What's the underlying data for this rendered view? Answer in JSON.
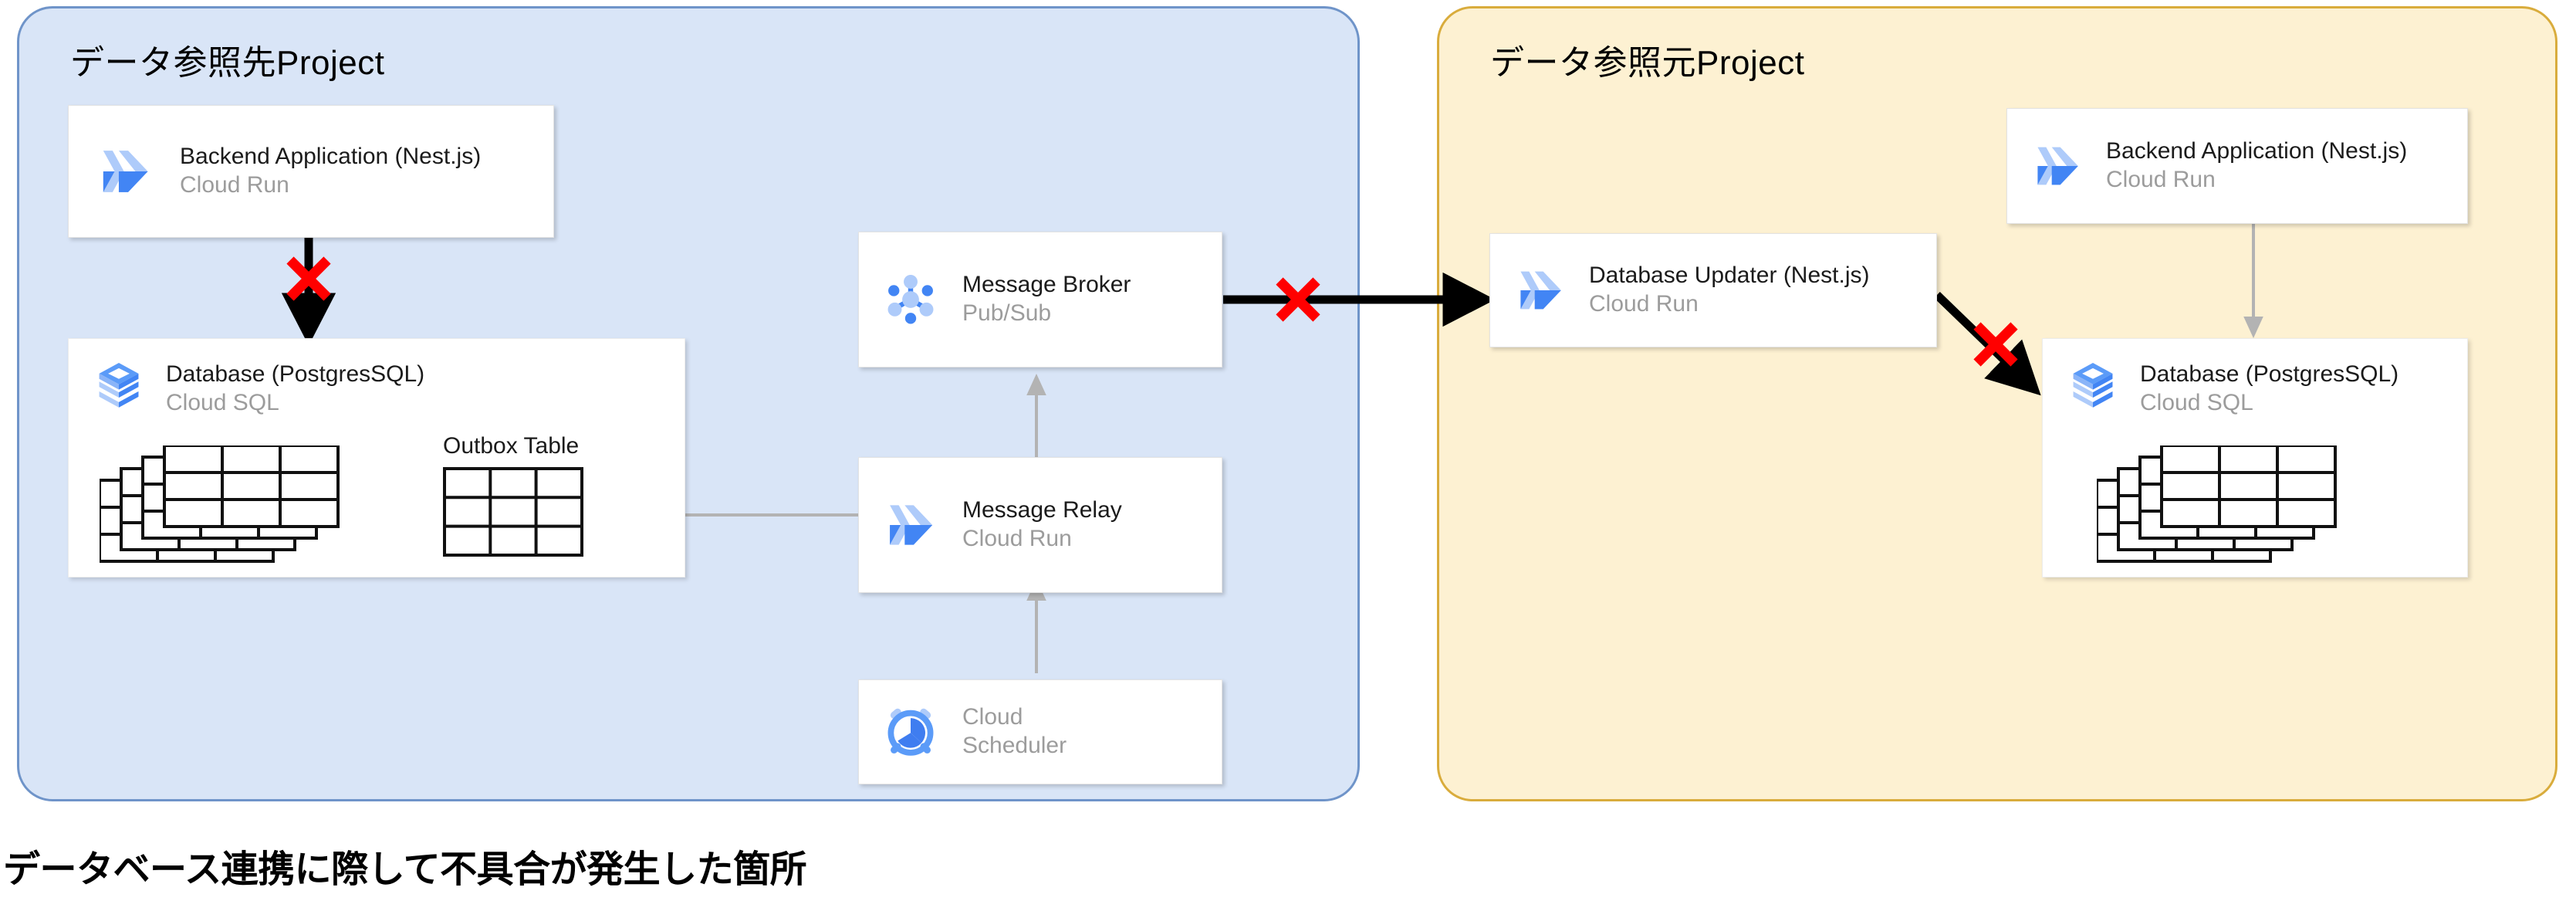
{
  "diagram": {
    "caption": "データベース連携に際して不具合が発生した箇所",
    "projects": [
      {
        "id": "left",
        "title": "データ参照先Project",
        "bg_color": "#d9e5f7",
        "border_color": "#6f94c9"
      },
      {
        "id": "right",
        "title": "データ参照元Project",
        "bg_color": "#fdf1d2",
        "border_color": "#d9ac3c"
      }
    ],
    "nodes": {
      "left_backend": {
        "title": "Backend Application (Nest.js)",
        "subtitle": "Cloud Run",
        "icon": "cloud-run-icon"
      },
      "left_database": {
        "title": "Database (PostgresSQL)",
        "subtitle": "Cloud SQL",
        "icon": "cloud-sql-icon",
        "inner_table_title": "Outbox Table"
      },
      "message_broker": {
        "title": "Message Broker",
        "subtitle": "Pub/Sub",
        "icon": "pubsub-icon"
      },
      "message_relay": {
        "title": "Message Relay",
        "subtitle": "Cloud Run",
        "icon": "cloud-run-icon"
      },
      "cloud_scheduler": {
        "title": "Cloud",
        "subtitle": "Scheduler",
        "icon": "cloud-scheduler-icon"
      },
      "database_updater": {
        "title": "Database Updater (Nest.js)",
        "subtitle": "Cloud Run",
        "icon": "cloud-run-icon"
      },
      "right_backend": {
        "title": "Backend Application (Nest.js)",
        "subtitle": "Cloud Run",
        "icon": "cloud-run-icon"
      },
      "right_database": {
        "title": "Database (PostgresSQL)",
        "subtitle": "Cloud SQL",
        "icon": "cloud-sql-icon"
      }
    },
    "edges": [
      {
        "id": "backend-to-database",
        "style": "bold-black",
        "marker": "arrow",
        "failure": true
      },
      {
        "id": "relay-to-outbox",
        "style": "thin-gray",
        "marker": "arrow",
        "failure": false
      },
      {
        "id": "relay-to-broker",
        "style": "thin-gray",
        "marker": "arrow",
        "failure": false
      },
      {
        "id": "scheduler-to-relay",
        "style": "thin-gray",
        "marker": "arrow",
        "failure": false
      },
      {
        "id": "broker-to-database-updater",
        "style": "bold-black",
        "marker": "arrow",
        "failure": true
      },
      {
        "id": "updater-to-database",
        "style": "bold-black",
        "marker": "arrow",
        "failure": true
      },
      {
        "id": "right-backend-to-database",
        "style": "thin-gray",
        "marker": "arrow",
        "failure": false
      }
    ],
    "failure_markers": {
      "symbol": "×",
      "color": "#ff0000",
      "count": 3
    },
    "palette": {
      "accent_blue_dark": "#4285f4",
      "accent_blue_light": "#aecbfa",
      "arrow_gray": "#b3b3b3",
      "arrow_black": "#000000",
      "text_muted": "#9c9c9c",
      "card_white": "#ffffff"
    }
  }
}
